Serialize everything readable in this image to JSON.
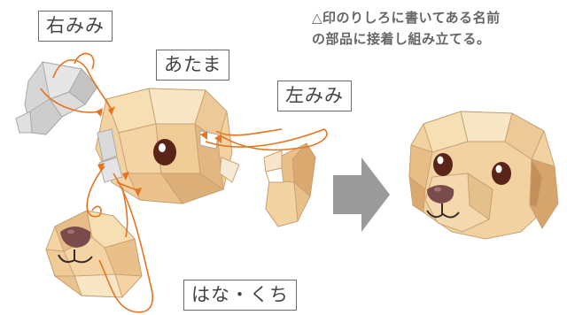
{
  "labels": {
    "right_ear": "右みみ",
    "head": "あたま",
    "left_ear": "左みみ",
    "nose_mouth": "はな・くち"
  },
  "instructions": {
    "line1": "△印のりしろに書いてある名前",
    "line2": "の部品に接着し組み立てる。"
  },
  "colors": {
    "guide_line": "#e8731e",
    "arrow": "#9a9a9a",
    "skin_light": "#f7dcae",
    "skin_mid": "#eac08a",
    "skin_dark": "#c99a6a",
    "ear_gray": "#cfcfcf",
    "nose": "#7a4b4b",
    "eye": "#5a2418"
  }
}
